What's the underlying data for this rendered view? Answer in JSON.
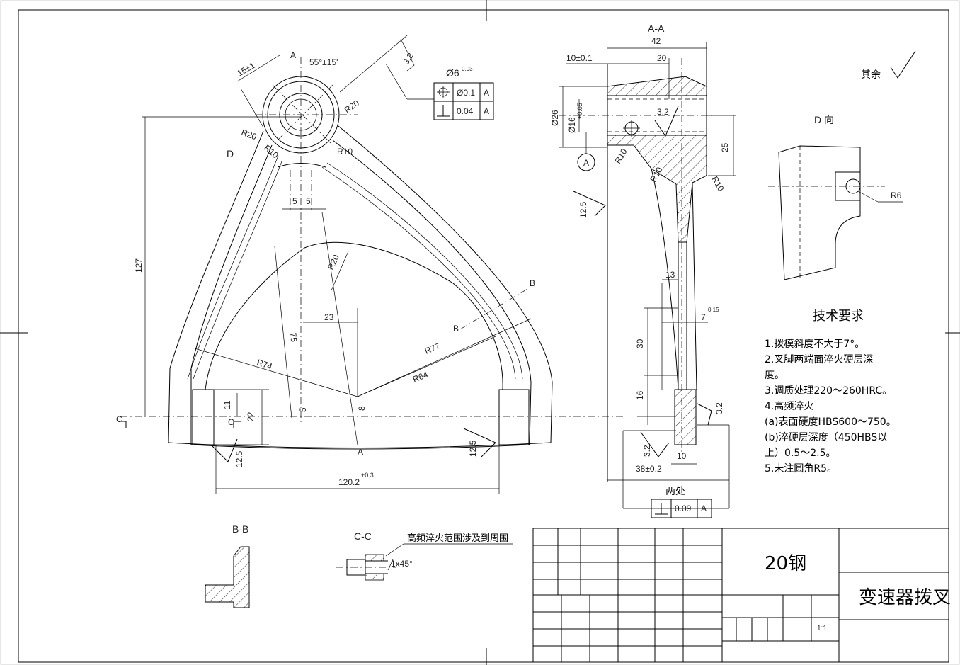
{
  "title_block": {
    "material": "20钢",
    "part_name": "变速器拨叉",
    "scale": "1:1"
  },
  "views": {
    "section_aa": "A-A",
    "section_bb": "B-B",
    "section_cc": "C-C",
    "view_d": "D 向",
    "cc_note": "高频淬火范围涉及到周围",
    "cc_chamfer": "1x45°",
    "two_places": "两处"
  },
  "roughness_other": "其余",
  "tech_requirements": {
    "heading": "技术要求",
    "items": [
      "1.拨模斜度不大于7°。",
      "2.叉脚两端面淬火硬层深",
      "度。",
      "3.调质处理220～260HRC。",
      "4.高频淬火",
      "(a)表面硬度HBS600～750。",
      "(b)淬硬层深度（450HBS以",
      "上）0.5～2.5。",
      "5.未注圆角R5。"
    ]
  },
  "tolerance_frames": {
    "hole_dia": "Ø6",
    "hole_tol": "0.03",
    "position_value": "Ø0.1",
    "perp_value": "0.04",
    "datum": "A",
    "perp2_value": "0.09"
  },
  "dimensions": {
    "front": [
      "15±1",
      "55°±15'",
      "3.2",
      "R20",
      "R20",
      "R10",
      "R10",
      "5",
      "5",
      "R20",
      "127",
      "23",
      "75",
      "R74",
      "R77",
      "R64",
      "5",
      "8",
      "11",
      "22",
      "12.5",
      "12.5",
      "120.2",
      "+0.3",
      "D",
      "A",
      "A",
      "B",
      "B",
      "C",
      "C"
    ],
    "section": [
      "42",
      "20",
      "10±0.1",
      "Ø26",
      "Ø16",
      "+0.05",
      "3.2",
      "25",
      "R10",
      "R10",
      "R10",
      "12.5",
      "13",
      "7",
      "0.15",
      "30",
      "16",
      "3.2",
      "3.2",
      "38±0.2",
      "10",
      "A",
      "R6"
    ]
  }
}
